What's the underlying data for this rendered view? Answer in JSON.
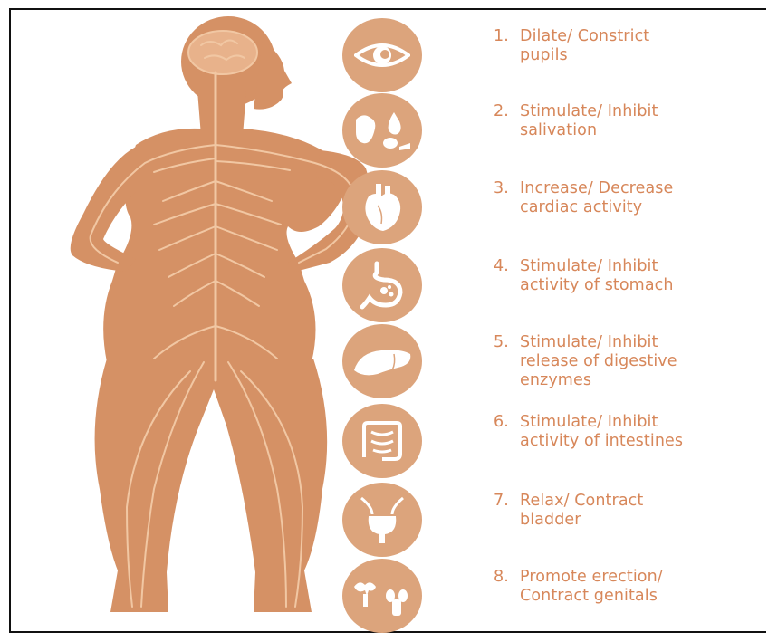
{
  "colors": {
    "body": "#d59165",
    "nerves": "#f1c7a3",
    "circle": "#dca47c",
    "icon": "#ffffff",
    "text": "#d7875a"
  },
  "items": [
    {
      "number": "1.",
      "line1": "Dilate/ Constrict",
      "line2": "pupils",
      "line3": "",
      "icon": "eye-icon"
    },
    {
      "number": "2.",
      "line1": "Stimulate/ Inhibit",
      "line2": "salivation",
      "line3": "",
      "icon": "salivary-gland-icon"
    },
    {
      "number": "3.",
      "line1": "Increase/ Decrease",
      "line2": "cardiac activity",
      "line3": "",
      "icon": "heart-icon"
    },
    {
      "number": "4.",
      "line1": "Stimulate/ Inhibit",
      "line2": "activity of stomach",
      "line3": "",
      "icon": "stomach-icon"
    },
    {
      "number": "5.",
      "line1": "Stimulate/ Inhibit",
      "line2": "release of digestive",
      "line3": "enzymes",
      "icon": "liver-icon"
    },
    {
      "number": "6.",
      "line1": "Stimulate/ Inhibit",
      "line2": "activity of intestines",
      "line3": "",
      "icon": "intestines-icon"
    },
    {
      "number": "7.",
      "line1": "Relax/ Contract",
      "line2": "bladder",
      "line3": "",
      "icon": "bladder-icon"
    },
    {
      "number": "8.",
      "line1": "Promote erection/",
      "line2": "Contract genitals",
      "line3": "",
      "icon": "genitals-icon"
    }
  ]
}
